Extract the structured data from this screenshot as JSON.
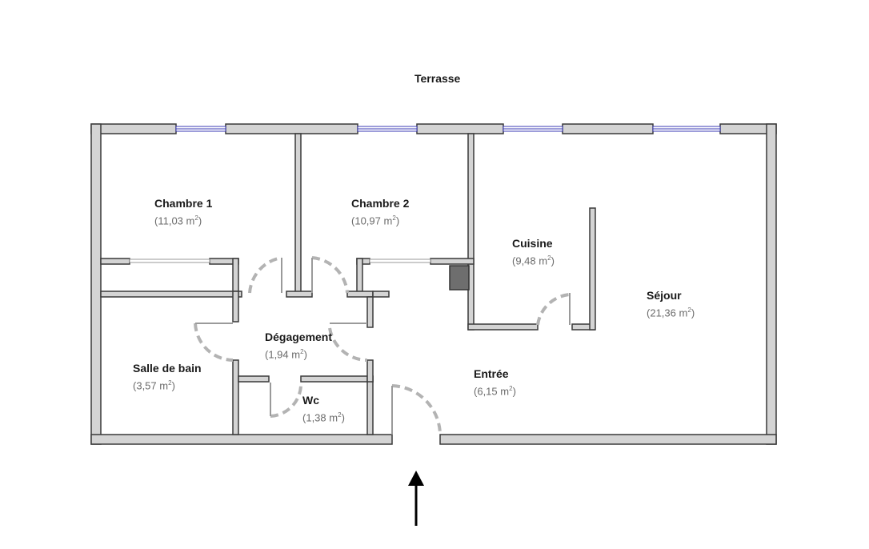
{
  "plan": {
    "outside_label": "Terrasse",
    "area_unit": "m",
    "area_exponent": "2",
    "rooms": [
      {
        "id": "chambre-1",
        "name": "Chambre 1",
        "area": "11,03"
      },
      {
        "id": "chambre-2",
        "name": "Chambre 2",
        "area": "10,97"
      },
      {
        "id": "cuisine",
        "name": "Cuisine",
        "area": "9,48"
      },
      {
        "id": "sejour",
        "name": "Séjour",
        "area": "21,36"
      },
      {
        "id": "degagement",
        "name": "Dégagement",
        "area": "1,94"
      },
      {
        "id": "salle-de-bain",
        "name": "Salle de bain",
        "area": "3,57"
      },
      {
        "id": "wc",
        "name": "Wc",
        "area": "1,38"
      },
      {
        "id": "entree",
        "name": "Entrée",
        "area": "6,15"
      }
    ],
    "colors": {
      "wall_fill": "#d4d4d4",
      "wall_stroke": "#3a3a3a",
      "window": "#3b3bb5",
      "door_swing": "#b3b3b3"
    }
  }
}
